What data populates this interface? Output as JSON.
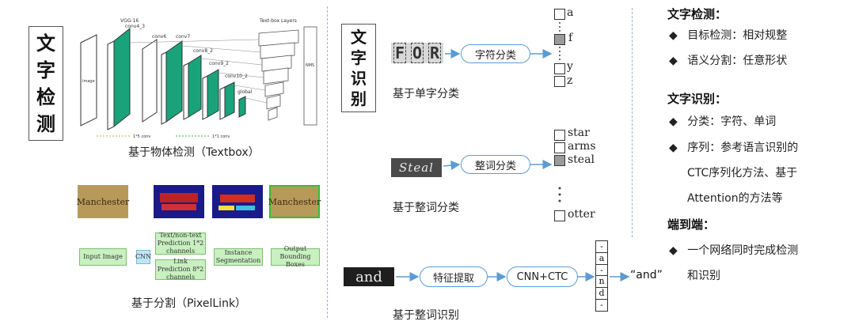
{
  "detection": {
    "title_chars": [
      "文",
      "字",
      "检",
      "测"
    ],
    "textbox_caption": "基于物体检测（Textbox）",
    "pixellink_caption": "基于分割（PixelLink）",
    "textbox_labels": {
      "vgg": "VGG-16",
      "conv43": "conv4_3",
      "conv6": "conv6",
      "conv7": "conv7",
      "conv8": "conv8_2",
      "conv9": "conv9_2",
      "conv10": "conv10_2",
      "global": "global",
      "layers": "Text-box Layers",
      "image": "Image",
      "nms": "NMS",
      "legend1": "1*5 conv",
      "legend2": "1*1 conv"
    },
    "pixellink_labels": {
      "input": "Input Image",
      "cnn": "CNN",
      "pred1": "Text/non-text Prediction 1*2 channels",
      "pred2": "Link Prediction 8*2 channels",
      "seg": "Instance Segmentation",
      "output": "Output Bounding Boxes",
      "manchester": "Manchester"
    }
  },
  "recognition": {
    "title_chars": [
      "文",
      "字",
      "识",
      "别"
    ],
    "char_image_letters": [
      "F",
      "O",
      "R"
    ],
    "char_classify": "字符分类",
    "char_caption": "基于单字分类",
    "char_candidates": [
      "a",
      "f",
      "y",
      "z"
    ],
    "word_image": "Steal",
    "word_classify": "整词分类",
    "word_caption": "基于整词分类",
    "word_candidates": [
      "star",
      "arms",
      "steal",
      "otter"
    ],
    "seq_image": "and",
    "seq_feature": "特征提取",
    "seq_model": "CNN+CTC",
    "seq_chars": [
      "-",
      "a",
      "-",
      "n",
      "d",
      "-"
    ],
    "seq_output": "“and”",
    "seq_caption": "基于整词识别"
  },
  "summary": {
    "det_head": "文字检测：",
    "det_items": [
      "目标检测：相对规整",
      "语义分割：任意形状"
    ],
    "rec_head": "文字识别：",
    "rec_items": [
      "分类：字符、单词",
      "序列：参考语言识别的"
    ],
    "rec_cont": [
      "CTC序列化方法、基于",
      "Attention的方法等"
    ],
    "e2e_head": "端到端：",
    "e2e_items": [
      "一个网络同时完成检测"
    ],
    "e2e_cont": [
      "和识别"
    ],
    "bullet": "◆"
  }
}
